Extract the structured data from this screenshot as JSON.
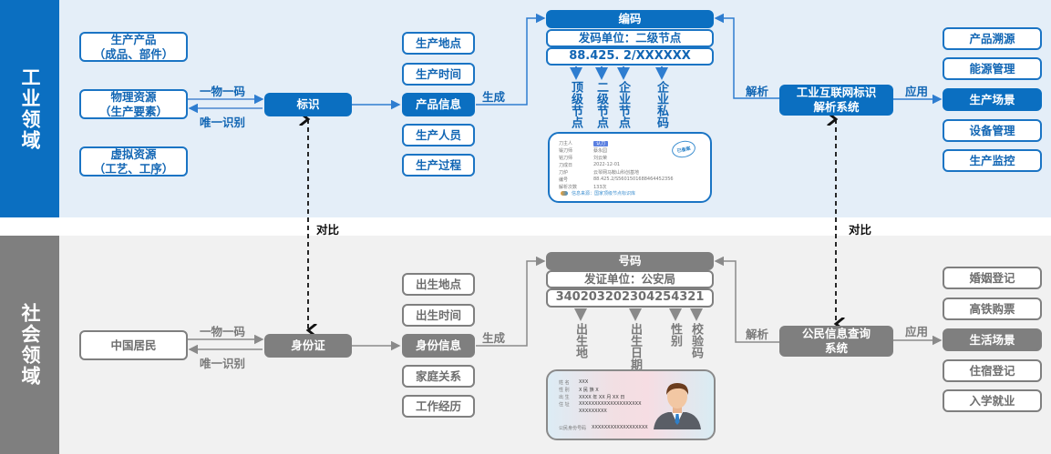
{
  "industrial": {
    "side_title": "工业领域",
    "resources": [
      {
        "line1": "生产产品",
        "line2": "（成品、部件）"
      },
      {
        "line1": "物理资源",
        "line2": "（生产要素）"
      },
      {
        "line1": "虚拟资源",
        "line2": "（工艺、工序）"
      }
    ],
    "arrow_forward_label": "一物一码",
    "arrow_back_label": "唯一识别",
    "identity_node": "标识",
    "info_items": [
      "生产地点",
      "生产时间",
      "产品信息",
      "生产人员",
      "生产过程"
    ],
    "generate_label": "生成",
    "code_header": "编码",
    "code_issuer": "发码单位：二级节点",
    "code_value": "88.425. 2/XXXXXX",
    "code_parts": [
      "顶级节点",
      "二级节点",
      "企业节点",
      "企业私码"
    ],
    "parse_label": "解析",
    "system_node_line1": "工业互联网标识",
    "system_node_line2": "解析系统",
    "apply_label": "应用",
    "applications": [
      "产品溯源",
      "能源管理",
      "生产场景",
      "设备管理",
      "生产监控"
    ],
    "certificate": {
      "rows": [
        {
          "k": "刀主人",
          "v": "认刀"
        },
        {
          "k": "锻刀师",
          "v": "蔡永园"
        },
        {
          "k": "铭刀师",
          "v": "刘云荣"
        },
        {
          "k": "刀成日",
          "v": "2022-12-01"
        },
        {
          "k": "刀炉",
          "v": "云琴网马鞍山科创基地"
        },
        {
          "k": "编号",
          "v": "88.425.2/S5601501688464452356"
        },
        {
          "k": "解析次数",
          "v": "133次"
        }
      ],
      "stamp": "已备案",
      "source": "信息来源：国家顶级节点标识库"
    }
  },
  "comparison_label": "对比",
  "social": {
    "side_title": "社会领域",
    "resource": "中国居民",
    "arrow_forward_label": "一物一码",
    "arrow_back_label": "唯一识别",
    "identity_node": "身份证",
    "info_items": [
      "出生地点",
      "出生时间",
      "身份信息",
      "家庭关系",
      "工作经历"
    ],
    "generate_label": "生成",
    "code_header": "号码",
    "code_issuer": "发证单位：公安局",
    "code_value": "340203202304254321",
    "code_parts": [
      "出生地",
      "出生日期",
      "性别",
      "校验码"
    ],
    "parse_label": "解析",
    "system_node_line1": "公民信息查询",
    "system_node_line2": "系统",
    "apply_label": "应用",
    "applications": [
      "婚姻登记",
      "高铁购票",
      "生活场景",
      "住宿登记",
      "入学就业"
    ],
    "id_card": {
      "rows": [
        {
          "k": "姓 名",
          "v": "XXX"
        },
        {
          "k": "性 别",
          "v": "X    民 族  X"
        },
        {
          "k": "出 生",
          "v": "XXXX 年 XX 月 XX 日"
        },
        {
          "k": "住 址",
          "v": "XXXXXXXXXXXXXXXXXXXX"
        },
        {
          "k": "",
          "v": "XXXXXXXXX"
        }
      ],
      "id_label": "公民身份号码",
      "id_value": "XXXXXXXXXXXXXXXXXX"
    }
  }
}
